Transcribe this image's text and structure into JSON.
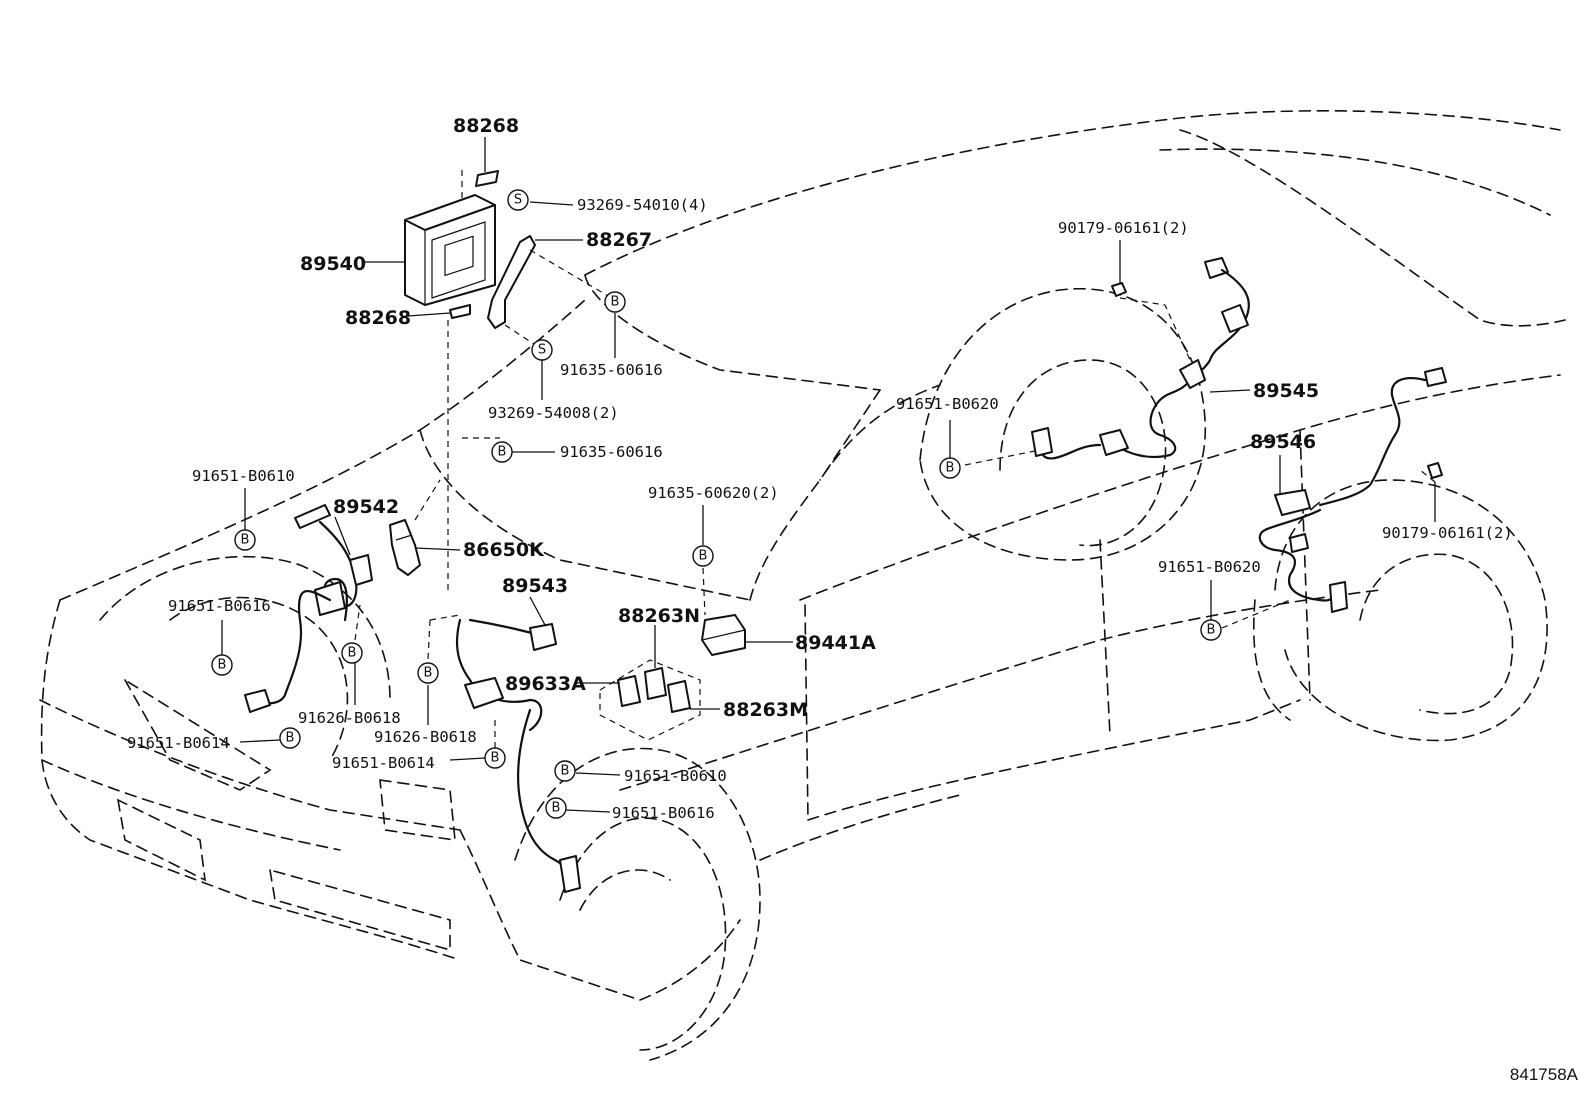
{
  "figure_ref": "841758A",
  "parts": {
    "p88268_top": "88268",
    "p93269_54010": "93269-54010(4)",
    "p88267": "88267",
    "p89540": "89540",
    "p88268_bot": "88268",
    "p91635_60616_a": "91635-60616",
    "p93269_54008": "93269-54008(2)",
    "p91635_60616_b": "91635-60616",
    "p91651_B0610_a": "91651-B0610",
    "p89542": "89542",
    "p86650K": "86650K",
    "p91651_B0616_a": "91651-B0616",
    "p89543": "89543",
    "p91635_60620": "91635-60620(2)",
    "p88263N": "88263N",
    "p89441A": "89441A",
    "p89633A": "89633A",
    "p88263M": "88263M",
    "p91626_B0618_a": "91626-B0618",
    "p91626_B0618_b": "91626-B0618",
    "p91651_B0614_a": "91651-B0614",
    "p91651_B0614_b": "91651-B0614",
    "p91651_B0610_b": "91651-B0610",
    "p91651_B0616_b": "91651-B0616",
    "p90179_06161_a": "90179-06161(2)",
    "p91651_B0620_a": "91651-B0620",
    "p89545": "89545",
    "p89546": "89546",
    "p90179_06161_b": "90179-06161(2)",
    "p91651_B0620_b": "91651-B0620"
  },
  "symbols": {
    "bolt": "B",
    "screw": "S"
  }
}
